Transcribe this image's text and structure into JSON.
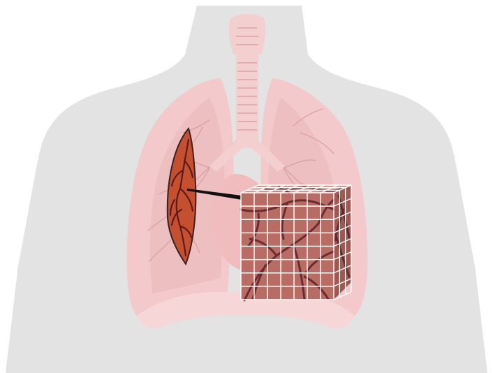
{
  "figure": {
    "subject": "lung-tissue-cube",
    "colors": {
      "silhouette": "#e3e3e3",
      "lung_fill": "#f3c9cb",
      "lung_shadow": "#eab6b8",
      "trachea": "#f4cfd0",
      "heart": "#f0bcbd",
      "diaphragm": "#f6d6d7",
      "vessels_faint": "#d9a2a6",
      "section_fill": "#c4502f",
      "section_vessel": "#5c1a1c",
      "section_outline": "#3a2222",
      "cube_front": "#b96c63",
      "cube_top": "#d89a90",
      "cube_right": "#a1564f",
      "cube_vessels": "#5e2026",
      "grid_lines": "#ffffff",
      "connector": "#111111"
    },
    "grid": {
      "front_columns": 7,
      "front_rows": 8,
      "top_rows": 3,
      "right_columns": 3
    }
  }
}
